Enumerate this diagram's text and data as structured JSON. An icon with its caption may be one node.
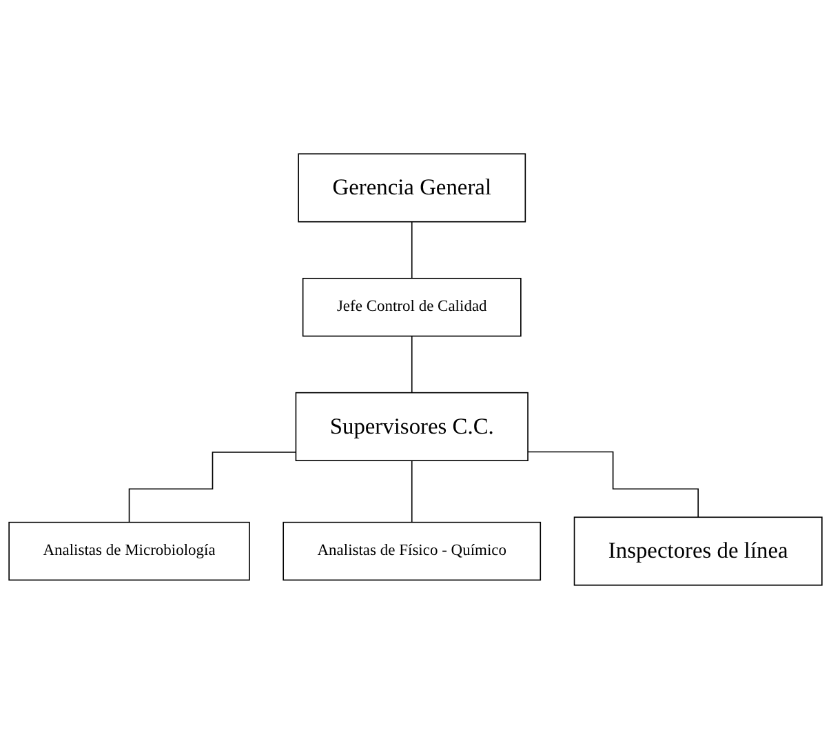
{
  "diagram": {
    "nodes": [
      {
        "text": [
          "Gerencia General"
        ]
      },
      {
        "text": [
          "Jefe Control de Calidad"
        ]
      },
      {
        "text": [
          "Supervisores C.C."
        ]
      },
      {
        "text": [
          "Analistas de Microbiología"
        ]
      },
      {
        "text": [
          "Analistas de Físico - Químico"
        ]
      },
      {
        "text": [
          "Inspectores de línea"
        ]
      }
    ],
    "edges": [
      {
        "from": 0,
        "to": 1,
        "arrow": "none"
      },
      {
        "from": 1,
        "to": 2,
        "arrow": "none"
      },
      {
        "from": 2,
        "to": 3,
        "arrow": "none"
      },
      {
        "from": 2,
        "to": 4,
        "arrow": "none"
      },
      {
        "from": 2,
        "to": 5,
        "arrow": "none"
      }
    ]
  }
}
